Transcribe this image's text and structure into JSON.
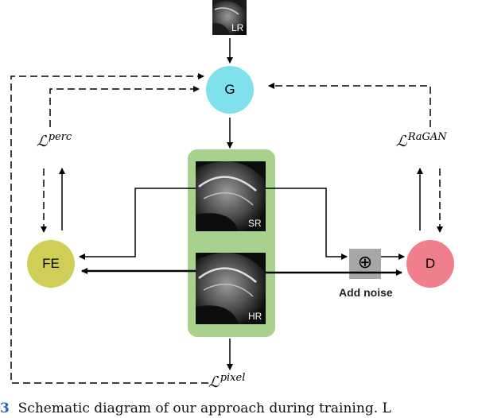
{
  "nodes": {
    "generator": "G",
    "feature_extractor": "FE",
    "discriminator": "D"
  },
  "images": {
    "lr": "LR",
    "sr": "SR",
    "hr": "HR"
  },
  "noise": {
    "symbol": "⊕",
    "label": "Add noise"
  },
  "losses": {
    "perc": {
      "base": "ℒ",
      "sup": "perc"
    },
    "ragan": {
      "base": "ℒ",
      "sup": "RaGAN"
    },
    "pixel": {
      "base": "ℒ",
      "sup": "pixel"
    }
  },
  "caption": {
    "number": "3",
    "text": "Schematic diagram of our approach during training. L"
  },
  "colors": {
    "generator": "#7fe1ec",
    "feature_extractor": "#cfcf57",
    "discriminator": "#f07f8e",
    "image_panel": "#a9d18e",
    "noise_box": "#a6a6a6"
  }
}
